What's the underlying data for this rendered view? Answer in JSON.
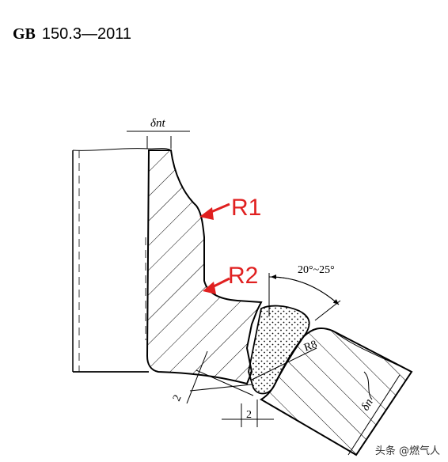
{
  "header": {
    "standard_prefix": "GB",
    "standard_number": "150.3—2011"
  },
  "dimensions": {
    "nozzle_thickness": "δnt",
    "head_thickness": "δn",
    "angle": "20°~25°",
    "gap_top": "2",
    "gap_bottom": "2",
    "fillet_radius": "R8"
  },
  "callouts": {
    "r1": "R1",
    "r2": "R2",
    "arrow_color": "#e02020"
  },
  "watermark": {
    "text": "头条 @燃气人"
  }
}
